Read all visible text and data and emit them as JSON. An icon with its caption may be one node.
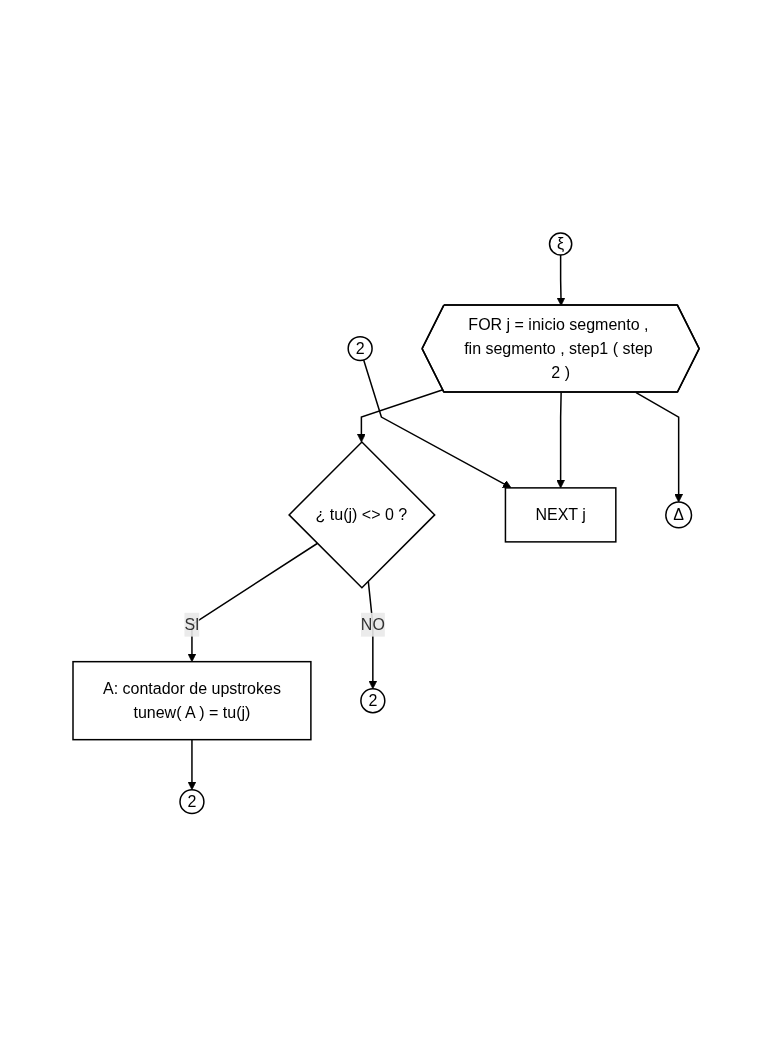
{
  "diagram": {
    "nodes": [
      {
        "text": [
          "ξ"
        ]
      },
      {
        "text": [
          "FOR j = inicio segmento , fin segmento , step1 ( step 2 )"
        ]
      },
      {
        "text": [
          "¿ tu(j) <> 0 ?"
        ]
      },
      {
        "text": [
          "A: contador de upstrokes",
          "tunew( A ) = tu(j)"
        ]
      },
      {
        "text": [
          "2"
        ]
      },
      {
        "text": [
          "2"
        ]
      },
      {
        "text": [
          "2"
        ]
      },
      {
        "text": [
          "NEXT j"
        ]
      },
      {
        "text": [
          "Δ"
        ]
      }
    ],
    "edges": [
      {
        "from": 0,
        "to": 1,
        "arrow": "to"
      },
      {
        "from": 1,
        "to": 2,
        "arrow": "to"
      },
      {
        "from": 2,
        "to": 3,
        "label": "SI",
        "arrow": "to"
      },
      {
        "from": 2,
        "to": 5,
        "label": "NO",
        "arrow": "to"
      },
      {
        "from": 3,
        "to": 4,
        "arrow": "to"
      },
      {
        "from": 6,
        "to": 7,
        "arrow": "to"
      },
      {
        "from": 1,
        "to": 7,
        "arrow": "to"
      },
      {
        "from": 1,
        "to": 8,
        "arrow": "to"
      }
    ]
  }
}
